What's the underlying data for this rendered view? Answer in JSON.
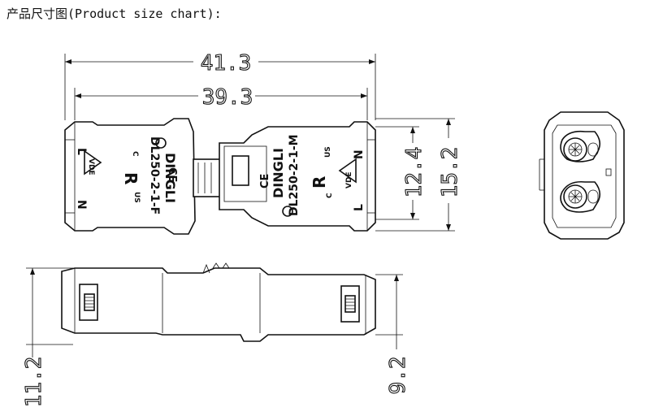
{
  "title": "产品尺寸图(Product size chart):",
  "dimensions": {
    "overall_length": "41.3",
    "body_length": "39.3",
    "inner_height": "12.4",
    "outer_height": "15.2",
    "side_left_height": "11.2",
    "side_right_height": "9.2"
  },
  "markings": {
    "brand": "DINGLI",
    "model_female": "DL250-2-1-F",
    "model_male": "DL250-2-1-M",
    "ce": "CE",
    "ul": "R",
    "c": "C",
    "us": "US",
    "vde": "VDE",
    "vde_v": "V",
    "vde_de": "DE",
    "pin_l": "L",
    "pin_n": "N"
  }
}
